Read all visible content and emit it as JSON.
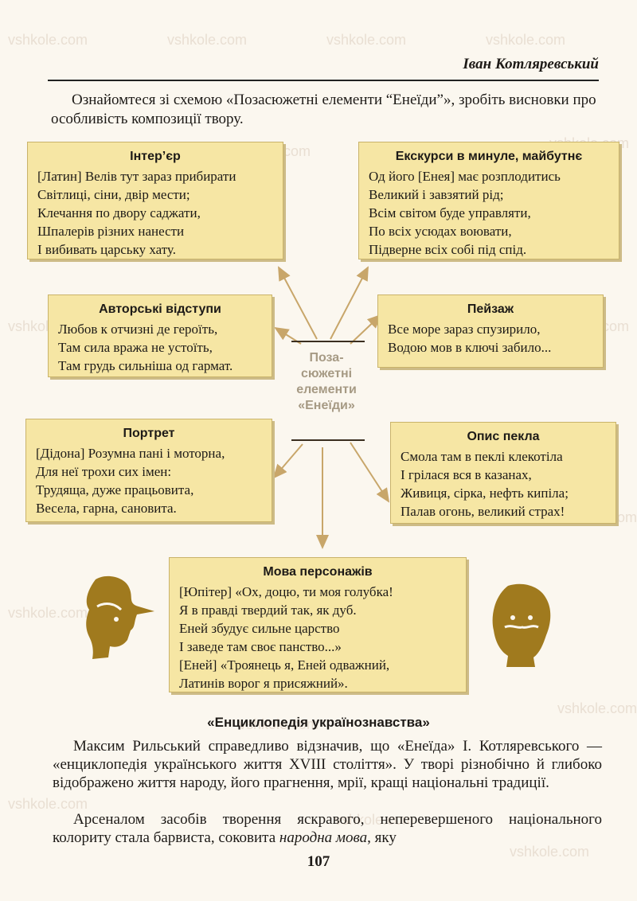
{
  "header": {
    "author": "Іван Котляревський"
  },
  "intro": "Ознайомтеся зі схемою «Позасюжетні елементи “Енеїди”», зробіть висновки про особливість композиції твору.",
  "center_lines": [
    "Поза-",
    "сюжетні",
    "елементи",
    "«Енеїди»"
  ],
  "boxes": {
    "interior": {
      "title": "Інтер’єр",
      "lines": [
        "[Латин] Велів тут зараз прибирати",
        "Світлиці, сіни, двір мести;",
        "Клечання по двору саджати,",
        "Шпалерів різних нанести",
        "І вибивать царську хату."
      ]
    },
    "excursions": {
      "title": "Екскурси в минуле, майбутнє",
      "lines": [
        "Од його [Енея] має розплодитись",
        "Великий і завзятий рід;",
        "Всім світом буде управляти,",
        "По всіх усюдах воювати,",
        "Підверне всіх собі під спід."
      ]
    },
    "digressions": {
      "title": "Авторські відступи",
      "lines": [
        "Любов к отчизні де героїть,",
        "Там сила вража не устоїть,",
        "Там грудь сильніша од гармат."
      ]
    },
    "landscape": {
      "title": "Пейзаж",
      "lines": [
        "Все море зараз спузирило,",
        "Водою мов в ключі забило..."
      ]
    },
    "portrait": {
      "title": "Портрет",
      "lines": [
        "[Дідона] Розумна пані і моторна,",
        "Для неї трохи сих імен:",
        "Трудяща, дуже працьовита,",
        "Весела, гарна, сановита."
      ]
    },
    "hell": {
      "title": "Опис пекла",
      "lines": [
        "Смола там в пеклі клекотіла",
        "І грілася вся в казанах,",
        "Живиця, сірка, нефть кипіла;",
        "Палав огонь, великий страх!"
      ]
    },
    "speech": {
      "title": "Мова персонажів",
      "lines": [
        "[Юпітер] «Ох, доцю, ти моя голубка!",
        "Я в правді твердий так, як дуб.",
        "Еней збудує сильне царство",
        "І заведе там своє панство...»",
        "[Еней] «Троянець я, Еней одважний,",
        "Латинів ворог я присяжний»."
      ]
    }
  },
  "section_title": "«Енциклопедія українознавства»",
  "para1": "Максим Рильський справедливо відзначив, що «Енеїда» І. Котляревського — «енциклопедія українського життя XVIII століття». У творі різнобічно й глибоко відображено життя народу, його прагнення, мрії, кращі національні традиції.",
  "para2_start": "Арсеналом засобів творення яскравого, неперевершеного національного колориту стала барвиста, соковита ",
  "para2_em": "народна мова",
  "para2_end": ", яку",
  "page_number": "107",
  "watermark": "vshkole.com",
  "colors": {
    "box_fill": "#f6e6a4",
    "arrow": "#c8a66a",
    "head": "#a07a1e"
  }
}
